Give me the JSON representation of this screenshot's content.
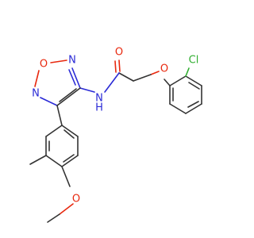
{
  "molecule": {
    "atoms": {
      "chlorine": "Cl",
      "ether_oxygen": "O",
      "carbonyl_oxygen": "O",
      "ring_oxygen": "O",
      "ring_nitrogen_top": "N",
      "ring_nitrogen_left": "N",
      "amide_nh": "N",
      "amide_h": "H",
      "methoxy_oxygen": "O"
    },
    "colors": {
      "bond": "#333333",
      "carbon": "#333333",
      "oxygen": "#e8280e",
      "nitrogen": "#2a2ad6",
      "chlorine": "#2fae2f"
    }
  }
}
